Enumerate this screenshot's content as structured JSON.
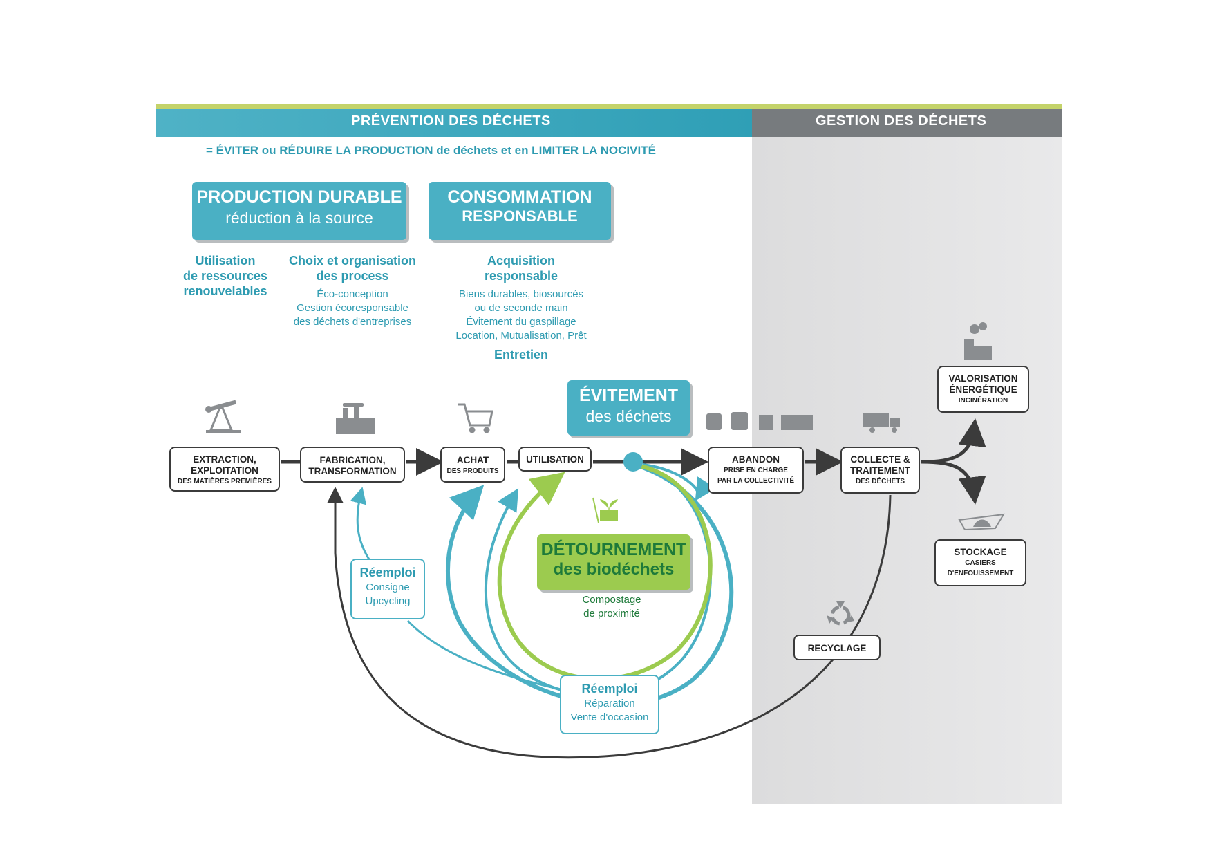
{
  "bands": {
    "prevention": "PRÉVENTION DES DÉCHETS",
    "gestion": "GESTION DES DÉCHETS"
  },
  "subtitle": "= ÉVITER ou RÉDUIRE LA PRODUCTION de déchets et en LIMITER LA NOCIVITÉ",
  "production": {
    "title": "PRODUCTION DURABLE",
    "subtitle": "réduction à la source"
  },
  "consommation": {
    "title": "CONSOMMATION",
    "subtitle": "RESPONSABLE"
  },
  "col_ressources": {
    "line1": "Utilisation",
    "line2": "de ressources",
    "line3": "renouvelables"
  },
  "col_process": {
    "title1": "Choix et organisation",
    "title2": "des process",
    "items": [
      "Éco-conception",
      "Gestion écoresponsable",
      "des déchets d'entreprises"
    ]
  },
  "col_acquisition": {
    "title1": "Acquisition",
    "title2": "responsable",
    "items": [
      "Biens durables, biosourcés",
      "ou de seconde main",
      "Évitement du gaspillage",
      "Location, Mutualisation, Prêt"
    ],
    "extra": "Entretien"
  },
  "evitement": {
    "title": "ÉVITEMENT",
    "subtitle": "des déchets"
  },
  "stages": {
    "extraction": {
      "l1": "EXTRACTION,",
      "l2": "EXPLOITATION",
      "l3": "DES MATIÈRES PREMIÈRES"
    },
    "fabrication": {
      "l1": "FABRICATION,",
      "l2": "TRANSFORMATION"
    },
    "achat": {
      "l1": "ACHAT",
      "l2": "DES PRODUITS"
    },
    "utilisation": {
      "l1": "UTILISATION"
    },
    "abandon": {
      "l1": "ABANDON",
      "l2": "PRISE EN CHARGE",
      "l3": "PAR LA COLLECTIVITÉ"
    },
    "collecte": {
      "l1": "COLLECTE &",
      "l2": "TRAITEMENT",
      "l3": "DES DÉCHETS"
    },
    "valorisation": {
      "l1": "VALORISATION",
      "l2": "ÉNERGÉTIQUE",
      "l3": "INCINÉRATION"
    },
    "stockage": {
      "l1": "STOCKAGE",
      "l2": "CASIERS",
      "l3": "D'ENFOUISSEMENT"
    },
    "recyclage": {
      "l1": "RECYCLAGE"
    }
  },
  "reemploi1": {
    "title": "Réemploi",
    "items": [
      "Consigne",
      "Upcycling"
    ]
  },
  "reemploi2": {
    "title": "Réemploi",
    "items": [
      "Réparation",
      "Vente d'occasion"
    ]
  },
  "detournement": {
    "title": "DÉTOURNEMENT",
    "subtitle": "des biodéchets"
  },
  "compostage": {
    "line1": "Compostage",
    "line2": "de proximité"
  },
  "colors": {
    "teal": "#4ab0c4",
    "green": "#9ccb4f",
    "dark": "#3b3b3b",
    "grey": "#777b7e",
    "lime": "#c4d36a"
  }
}
